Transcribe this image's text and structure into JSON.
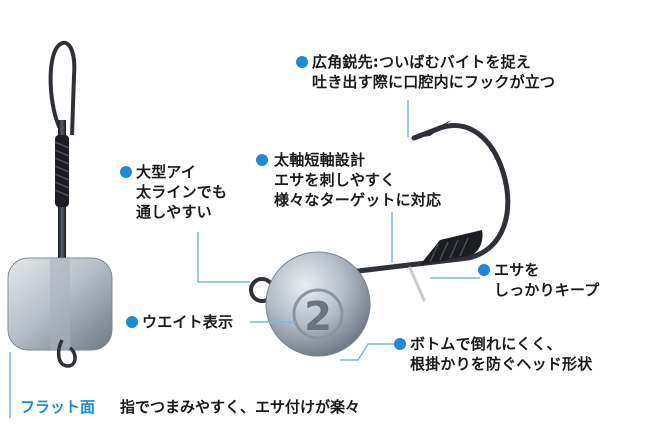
{
  "colors": {
    "accent": "#1e8ad6",
    "leader_line": "#7ab6e6",
    "lead_light": "#c8ced6",
    "lead_mid": "#9aa3ae",
    "lead_dark": "#5b6470",
    "hook_metal": "#2e3238",
    "wrap_thread": "#1b1d20"
  },
  "callouts": {
    "tip": {
      "lines": [
        "広角鋭先:ついばむバイトを捉え",
        "吐き出す際に口腔内にフックが立つ"
      ]
    },
    "shank": {
      "lines": [
        "太軸短軸設計",
        "エサを刺しやすく",
        "様々なターゲットに対応"
      ]
    },
    "eye": {
      "lines": [
        "大型アイ",
        "太ラインでも",
        "通しやすい"
      ]
    },
    "keeper": {
      "lines": [
        "エサを",
        "しっかりキープ"
      ]
    },
    "weight_mark": {
      "lines": [
        "ウエイト表示"
      ]
    },
    "head_shape": {
      "lines": [
        "ボトムで倒れにくく、",
        "根掛かりを防ぐヘッド形状"
      ]
    }
  },
  "flat_face": {
    "label": "フラット面"
  },
  "bottom_caption": {
    "text": "指でつまみやすく、エサ付けが楽々"
  },
  "weight_number": "2"
}
